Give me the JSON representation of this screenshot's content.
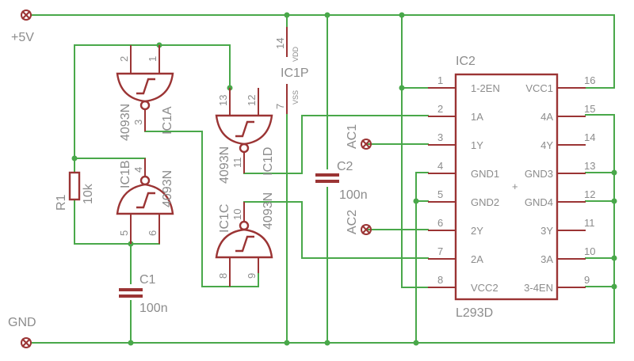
{
  "supply": {
    "label": "+5V"
  },
  "ground": {
    "label": "GND"
  },
  "r1": {
    "name": "R1",
    "value": "10k"
  },
  "c1": {
    "name": "C1",
    "value": "100n"
  },
  "c2": {
    "name": "C2",
    "value": "100n"
  },
  "ic1": {
    "power_name": "IC1P",
    "vdd_pin": "14",
    "vdd_label": "VDD",
    "vss_pin": "7",
    "vss_label": "VSS",
    "gate_a": {
      "name": "IC1A",
      "part": "4093N",
      "in1": "2",
      "in2": "1",
      "out": "3"
    },
    "gate_b": {
      "name": "IC1B",
      "part": "4093N",
      "in1": "5",
      "in2": "6",
      "out": "4"
    },
    "gate_c": {
      "name": "IC1C",
      "part": "4093N",
      "in1": "8",
      "in2": "9",
      "out": "10"
    },
    "gate_d": {
      "name": "IC1D",
      "part": "4093N",
      "in1": "13",
      "in2": "12",
      "out": "11"
    }
  },
  "ic2": {
    "name": "IC2",
    "part": "L293D",
    "left_pins": [
      {
        "num": "1",
        "label": "1-2EN"
      },
      {
        "num": "2",
        "label": "1A"
      },
      {
        "num": "3",
        "label": "1Y"
      },
      {
        "num": "4",
        "label": "GND1"
      },
      {
        "num": "5",
        "label": "GND2"
      },
      {
        "num": "6",
        "label": "2Y"
      },
      {
        "num": "7",
        "label": "2A"
      },
      {
        "num": "8",
        "label": "VCC2"
      }
    ],
    "right_pins": [
      {
        "num": "16",
        "label": "VCC1"
      },
      {
        "num": "15",
        "label": "4A"
      },
      {
        "num": "14",
        "label": "4Y"
      },
      {
        "num": "13",
        "label": "GND3"
      },
      {
        "num": "12",
        "label": "GND4"
      },
      {
        "num": "11",
        "label": "3Y"
      },
      {
        "num": "10",
        "label": "3A"
      },
      {
        "num": "9",
        "label": "3-4EN"
      }
    ]
  },
  "outputs": [
    {
      "label": "AC1"
    },
    {
      "label": "AC2"
    }
  ]
}
